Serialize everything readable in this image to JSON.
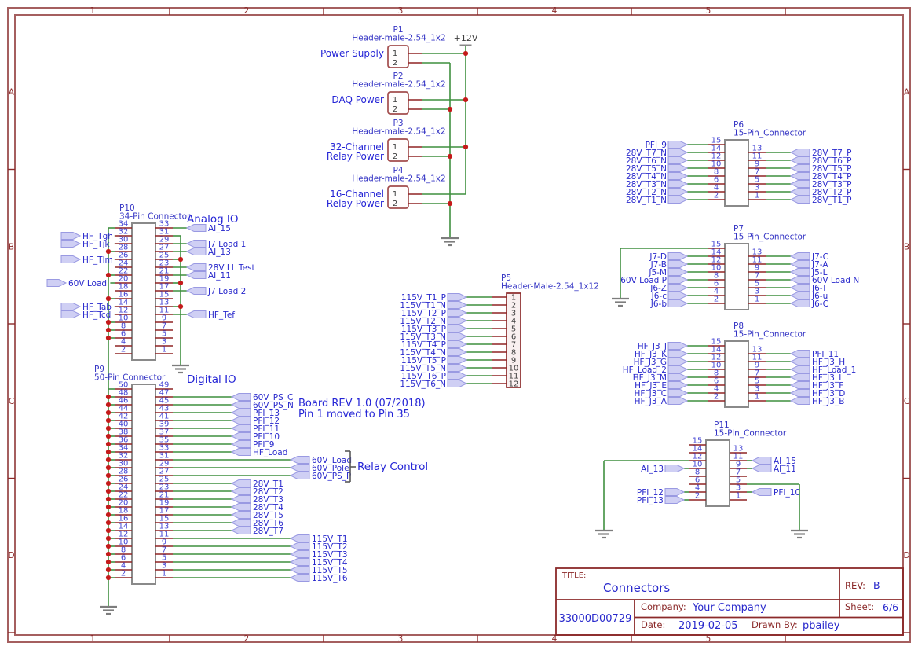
{
  "frame": {
    "cols": [
      "1",
      "2",
      "3",
      "4",
      "5"
    ],
    "rows": [
      "A",
      "B",
      "C",
      "D"
    ]
  },
  "title_block": {
    "title_label": "TITLE:",
    "title": "Connectors",
    "rev_label": "REV:",
    "rev": "B",
    "doc_number": "33000D00729",
    "company_label": "Company:",
    "company": "Your Company",
    "sheet_label": "Sheet:",
    "sheet": "6/6",
    "date_label": "Date:",
    "date": "2019-02-05",
    "drawn_by_label": "Drawn By:",
    "drawn_by": "pbailey"
  },
  "power_net": "+12V",
  "p1": {
    "ref": "P1",
    "value": "Header-male-2.54_1x2",
    "label_lines": [
      "Power Supply"
    ],
    "pins": [
      "1",
      "2"
    ]
  },
  "p2": {
    "ref": "P2",
    "value": "Header-male-2.54_1x2",
    "label_lines": [
      "DAQ Power"
    ],
    "pins": [
      "1",
      "2"
    ]
  },
  "p3": {
    "ref": "P3",
    "value": "Header-male-2.54_1x2",
    "label_lines": [
      "32-Channel",
      "Relay Power"
    ],
    "pins": [
      "1",
      "2"
    ]
  },
  "p4": {
    "ref": "P4",
    "value": "Header-male-2.54_1x2",
    "label_lines": [
      "16-Channel",
      "Relay Power"
    ],
    "pins": [
      "1",
      "2"
    ]
  },
  "p10": {
    "ref": "P10",
    "value": "34-Pin Connector",
    "section": "Analog IO",
    "pins_left": [
      "34",
      "32",
      "30",
      "28",
      "26",
      "24",
      "22",
      "20",
      "18",
      "16",
      "14",
      "12",
      "10",
      "8",
      "6",
      "4",
      "2"
    ],
    "pins_right": [
      "33",
      "31",
      "29",
      "27",
      "25",
      "23",
      "21",
      "19",
      "17",
      "15",
      "13",
      "11",
      "9",
      "7",
      "5",
      "3",
      "1"
    ],
    "left_tags": [
      {
        "pin": "32",
        "label": "HF_Tgh"
      },
      {
        "pin": "30",
        "label": "HF_Tjk"
      },
      {
        "pin": "26",
        "label": "HF_Tlm"
      },
      {
        "pin": "20",
        "label": "60V Load"
      },
      {
        "pin": "14",
        "label": "HF_Tab"
      },
      {
        "pin": "12",
        "label": "HF_Tcd"
      }
    ],
    "right_tags": [
      {
        "pin": "33",
        "label": "AI_15"
      },
      {
        "pin": "29",
        "label": "J7 Load 1"
      },
      {
        "pin": "27",
        "label": "AI_13"
      },
      {
        "pin": "23",
        "label": "28V LL Test"
      },
      {
        "pin": "21",
        "label": "AI_11"
      },
      {
        "pin": "17",
        "label": "J7 Load 2"
      },
      {
        "pin": "11",
        "label": "HF_Tef"
      }
    ]
  },
  "p9": {
    "ref": "P9",
    "value": "50-Pin Connector",
    "section": "Digital IO",
    "pins_left": [
      "50",
      "48",
      "46",
      "44",
      "42",
      "40",
      "38",
      "36",
      "34",
      "32",
      "30",
      "28",
      "26",
      "24",
      "22",
      "20",
      "18",
      "16",
      "14",
      "12",
      "10",
      "8",
      "6",
      "4",
      "2"
    ],
    "pins_right": [
      "49",
      "47",
      "45",
      "43",
      "41",
      "39",
      "37",
      "35",
      "33",
      "31",
      "29",
      "27",
      "25",
      "23",
      "21",
      "19",
      "17",
      "15",
      "13",
      "11",
      "9",
      "7",
      "5",
      "3",
      "1"
    ],
    "right_tags": [
      {
        "pin": "47",
        "label": "60V_PS_C"
      },
      {
        "pin": "45",
        "label": "60V_PS_N"
      },
      {
        "pin": "43",
        "label": "PFI_13"
      },
      {
        "pin": "41",
        "label": "PFI_12"
      },
      {
        "pin": "39",
        "label": "PFI_11"
      },
      {
        "pin": "37",
        "label": "PFI_10"
      },
      {
        "pin": "35",
        "label": "PFI_9"
      },
      {
        "pin": "33",
        "label": "HF_Load"
      },
      {
        "pin": "31",
        "label": "60V_Load"
      },
      {
        "pin": "29",
        "label": "60V_Pole"
      },
      {
        "pin": "27",
        "label": "60V_PS_P"
      },
      {
        "pin": "25",
        "label": "28V_T1"
      },
      {
        "pin": "23",
        "label": "28V_T2"
      },
      {
        "pin": "21",
        "label": "28V_T3"
      },
      {
        "pin": "19",
        "label": "28V_T4"
      },
      {
        "pin": "17",
        "label": "28V_T5"
      },
      {
        "pin": "15",
        "label": "28V_T6"
      },
      {
        "pin": "13",
        "label": "28V_T7"
      },
      {
        "pin": "11",
        "label": "115V_T1"
      },
      {
        "pin": "9",
        "label": "115V_T2"
      },
      {
        "pin": "7",
        "label": "115V_T3"
      },
      {
        "pin": "5",
        "label": "115V_T4"
      },
      {
        "pin": "3",
        "label": "115V_T5"
      },
      {
        "pin": "1",
        "label": "115V_T6"
      }
    ]
  },
  "p5": {
    "ref": "P5",
    "value": "Header-Male-2.54_1x12",
    "pins": [
      "1",
      "2",
      "3",
      "4",
      "5",
      "6",
      "7",
      "8",
      "9",
      "10",
      "11",
      "12"
    ],
    "tags": [
      "115V_T1_P",
      "115V_T1_N",
      "115V_T2_P",
      "115V_T2_N",
      "115V_T3_P",
      "115V_T3_N",
      "115V_T4_P",
      "115V_T4_N",
      "115V_T5_P",
      "115V_T5_N",
      "115V_T6_P",
      "115V_T6_N"
    ]
  },
  "p6": {
    "ref": "P6",
    "value": "15-Pin_Connector",
    "pins_left": [
      "15",
      "14",
      "12",
      "10",
      "8",
      "6",
      "4",
      "2"
    ],
    "pins_right": [
      "13",
      "11",
      "9",
      "7",
      "5",
      "3",
      "1"
    ],
    "left_tags": [
      {
        "pin": "15",
        "label": "PFI_9"
      },
      {
        "pin": "14",
        "label": "28V_T7_N"
      },
      {
        "pin": "12",
        "label": "28V_T6_N"
      },
      {
        "pin": "10",
        "label": "28V_T5_N"
      },
      {
        "pin": "8",
        "label": "28V_T4_N"
      },
      {
        "pin": "6",
        "label": "28V_T3_N"
      },
      {
        "pin": "4",
        "label": "28V_T2_N"
      },
      {
        "pin": "2",
        "label": "28V_T1_N"
      }
    ],
    "right_tags": [
      {
        "pin": "13",
        "label": "28V_T7_P"
      },
      {
        "pin": "11",
        "label": "28V_T6_P"
      },
      {
        "pin": "9",
        "label": "28V_T5_P"
      },
      {
        "pin": "7",
        "label": "28V_T4_P"
      },
      {
        "pin": "5",
        "label": "28V_T3_P"
      },
      {
        "pin": "3",
        "label": "28V_T2_P"
      },
      {
        "pin": "1",
        "label": "28V_T1_P"
      }
    ]
  },
  "p7": {
    "ref": "P7",
    "value": "15-Pin_Connector",
    "pins_left": [
      "15",
      "14",
      "12",
      "10",
      "8",
      "6",
      "4",
      "2"
    ],
    "pins_right": [
      "13",
      "11",
      "9",
      "7",
      "5",
      "3",
      "1"
    ],
    "left_tags": [
      {
        "pin": "14",
        "label": "J7-D"
      },
      {
        "pin": "12",
        "label": "J7-B"
      },
      {
        "pin": "10",
        "label": "J5-M"
      },
      {
        "pin": "8",
        "label": "60V Load P"
      },
      {
        "pin": "6",
        "label": "J6-Z"
      },
      {
        "pin": "4",
        "label": "J6-c"
      },
      {
        "pin": "2",
        "label": "J6-b"
      }
    ],
    "right_tags": [
      {
        "pin": "13",
        "label": "J7-C"
      },
      {
        "pin": "11",
        "label": "J7-A"
      },
      {
        "pin": "9",
        "label": "J5-L"
      },
      {
        "pin": "7",
        "label": "60V Load N"
      },
      {
        "pin": "5",
        "label": "J6-T"
      },
      {
        "pin": "3",
        "label": "J6-u"
      },
      {
        "pin": "1",
        "label": "J6-C"
      }
    ]
  },
  "p8": {
    "ref": "P8",
    "value": "15-Pin_Connector",
    "pins_left": [
      "15",
      "14",
      "12",
      "10",
      "8",
      "6",
      "4",
      "2"
    ],
    "pins_right": [
      "13",
      "11",
      "9",
      "7",
      "5",
      "3",
      "1"
    ],
    "left_tags": [
      {
        "pin": "15",
        "label": "HF_J3_J"
      },
      {
        "pin": "14",
        "label": "HF_J3_K"
      },
      {
        "pin": "12",
        "label": "HF_J3_G"
      },
      {
        "pin": "10",
        "label": "HF_Load_2"
      },
      {
        "pin": "8",
        "label": "HF_J3_M"
      },
      {
        "pin": "6",
        "label": "HF_J3_E"
      },
      {
        "pin": "4",
        "label": "HF_J3_C"
      },
      {
        "pin": "2",
        "label": "HF_J3_A"
      }
    ],
    "right_tags": [
      {
        "pin": "13",
        "label": "PFI_11"
      },
      {
        "pin": "11",
        "label": "HF_J3_H"
      },
      {
        "pin": "9",
        "label": "HF_Load_1"
      },
      {
        "pin": "7",
        "label": "HF_J3_L"
      },
      {
        "pin": "5",
        "label": "HF_J3_F"
      },
      {
        "pin": "3",
        "label": "HF_J3_D"
      },
      {
        "pin": "1",
        "label": "HF_J3_B"
      }
    ]
  },
  "p11": {
    "ref": "P11",
    "value": "15-Pin_Connector",
    "pins_left": [
      "15",
      "14",
      "12",
      "10",
      "8",
      "6",
      "4",
      "2"
    ],
    "pins_right": [
      "13",
      "11",
      "9",
      "7",
      "5",
      "3",
      "1"
    ],
    "left_tags": [
      {
        "pin": "10",
        "label": "AI_13"
      },
      {
        "pin": "4",
        "label": "PFI_12"
      },
      {
        "pin": "2",
        "label": "PFI_13"
      }
    ],
    "right_tags": [
      {
        "pin": "11",
        "label": "AI_15"
      },
      {
        "pin": "9",
        "label": "AI_11"
      },
      {
        "pin": "3",
        "label": "PFI_10"
      }
    ]
  },
  "annotations": {
    "board_rev_line1": "Board REV 1.0 (07/2018)",
    "board_rev_line2": "Pin 1 moved to Pin 35",
    "relay_control": "Relay Control"
  },
  "colors": {
    "frame": "#a55f5f",
    "frame_text": "#8b2a2a",
    "wire": "#3f8f3f",
    "pin": "#8f2424",
    "pin_num": "#4646d4",
    "net_text": "#2929cc",
    "value_text": "#3434c4",
    "label_text": "#2525d6",
    "dot": "#c41a1a",
    "ground": "#7d7d7d",
    "body_border": "#8a8a8a",
    "header_border": "#a34d4d",
    "flag_fill": "#cfcff4",
    "flag_border": "#9a9ae2",
    "title_border": "#8b2a2a",
    "title_text": "#8b2a2a",
    "dark_text": "#3d3d3d",
    "bracket": "#5a5a5a",
    "p5_fill": "#f9f0f0",
    "p5_border": "#8b2a2a"
  }
}
